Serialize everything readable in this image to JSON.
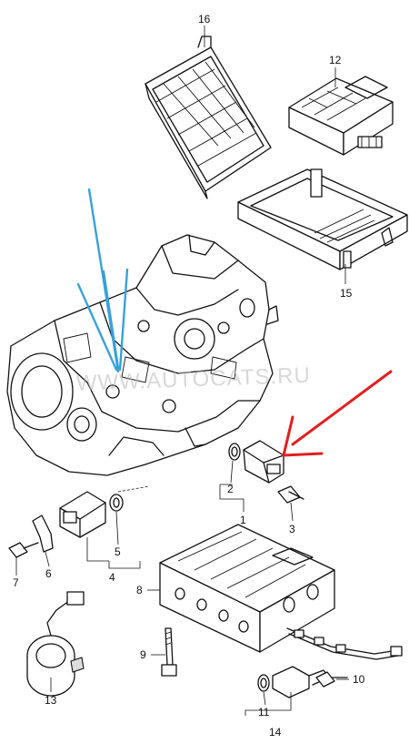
{
  "callouts": {
    "c1": "1",
    "c2": "2",
    "c3": "3",
    "c4": "4",
    "c5": "5",
    "c6": "6",
    "c7": "7",
    "c8": "8",
    "c9": "9",
    "c10": "10",
    "c11": "11",
    "c12": "12",
    "c13": "13",
    "c14": "14",
    "c15": "15",
    "c16": "16"
  },
  "watermark": "WWW.AUTOCATS.RU",
  "annotation_colors": {
    "blue": "#3aa0d8",
    "red": "#e02020"
  }
}
